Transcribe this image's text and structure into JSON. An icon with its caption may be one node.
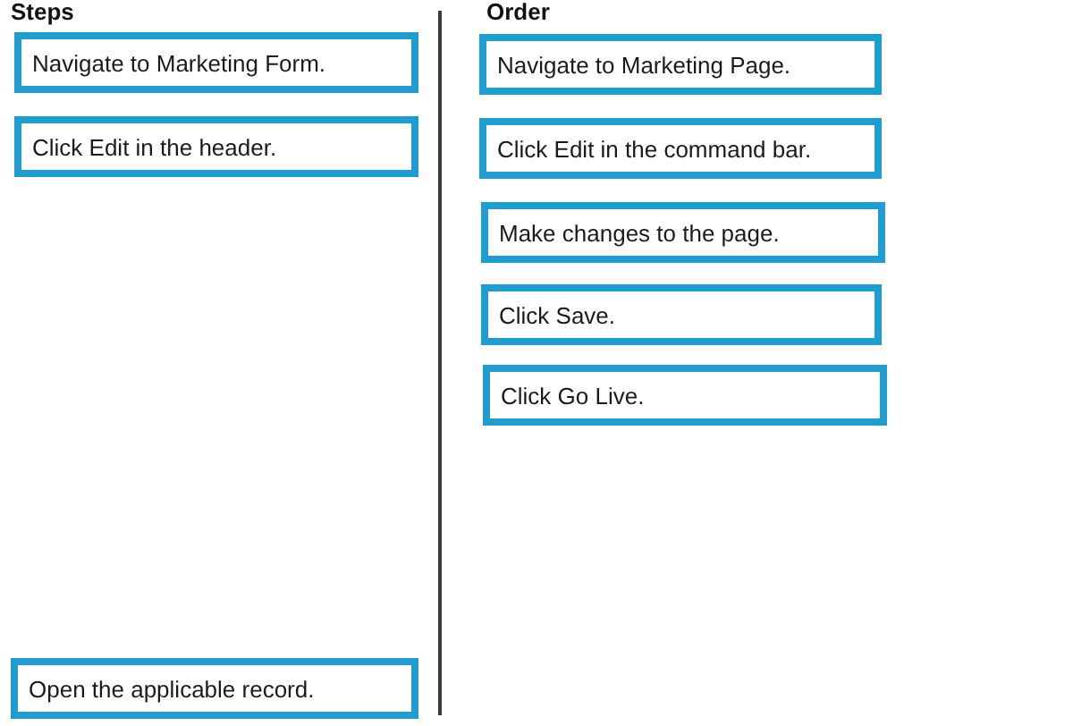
{
  "diagram": {
    "nodes": [
      {
        "text": [
          "Navigate to Marketing Form."
        ]
      },
      {
        "text": [
          "Click Edit in the header."
        ]
      },
      {
        "text": [
          "Open the applicable record."
        ]
      },
      {
        "text": [
          "Navigate to Marketing Page."
        ]
      },
      {
        "text": [
          "Click Edit in the command bar."
        ]
      },
      {
        "text": [
          "Make changes to the page."
        ]
      },
      {
        "text": [
          "Click Save."
        ]
      },
      {
        "text": [
          "Click Go Live."
        ]
      }
    ],
    "labels": [
      "Steps",
      "Order"
    ]
  }
}
